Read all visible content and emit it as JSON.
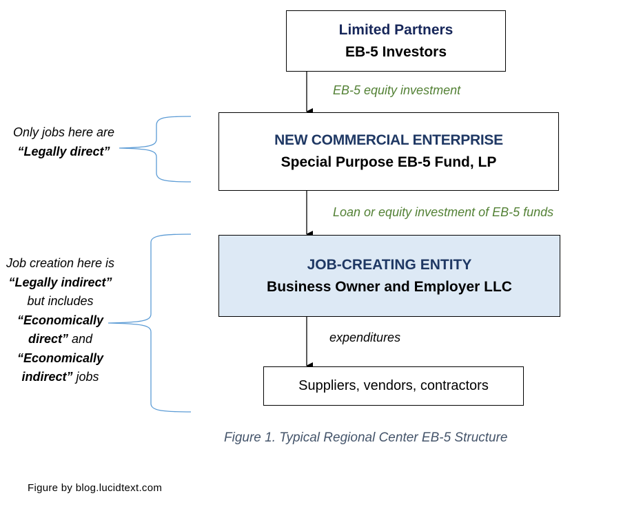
{
  "diagram": {
    "nodes": [
      {
        "id": "limited-partners",
        "title": "Limited Partners",
        "subtitle": "EB-5 Investors"
      },
      {
        "id": "new-commercial-enterprise",
        "title": "NEW COMMERCIAL ENTERPRISE",
        "subtitle": "Special Purpose EB-5 Fund, LP"
      },
      {
        "id": "job-creating-entity",
        "title": "JOB-CREATING ENTITY",
        "subtitle": "Business Owner and Employer LLC",
        "fill": "#dde9f5"
      },
      {
        "id": "suppliers",
        "label": "Suppliers, vendors, contractors"
      }
    ],
    "edges": [
      {
        "from": "limited-partners",
        "to": "new-commercial-enterprise",
        "label": "EB-5 equity investment",
        "label_color": "#538135"
      },
      {
        "from": "new-commercial-enterprise",
        "to": "job-creating-entity",
        "label": "Loan or equity investment of EB-5 funds",
        "label_color": "#538135"
      },
      {
        "from": "job-creating-entity",
        "to": "suppliers",
        "label": "expenditures",
        "label_color": "#000000"
      }
    ],
    "annotations": [
      {
        "target": "new-commercial-enterprise",
        "parts": [
          {
            "text": "Only jobs here are ",
            "bold": false
          },
          {
            "text": "“Legally direct”",
            "bold": true
          }
        ]
      },
      {
        "target": "job-creating-entity + suppliers",
        "parts": [
          {
            "text": "Job creation here is ",
            "bold": false
          },
          {
            "text": "“Legally indirect”",
            "bold": true
          },
          {
            "text": " but includes ",
            "bold": false
          },
          {
            "text": "“Economically direct”",
            "bold": true
          },
          {
            "text": " and ",
            "bold": false
          },
          {
            "text": "“Economically indirect”",
            "bold": true
          },
          {
            "text": " jobs",
            "bold": false
          }
        ]
      }
    ],
    "caption": "Figure 1. Typical Regional Center EB-5 Structure",
    "credit": "Figure by blog.lucidtext.com",
    "colors": {
      "title_navy": "#1f3864",
      "edge_label_green": "#538135",
      "brace_blue": "#5b9bd5",
      "caption_slate": "#44546a",
      "highlight_fill": "#dde9f5"
    }
  }
}
